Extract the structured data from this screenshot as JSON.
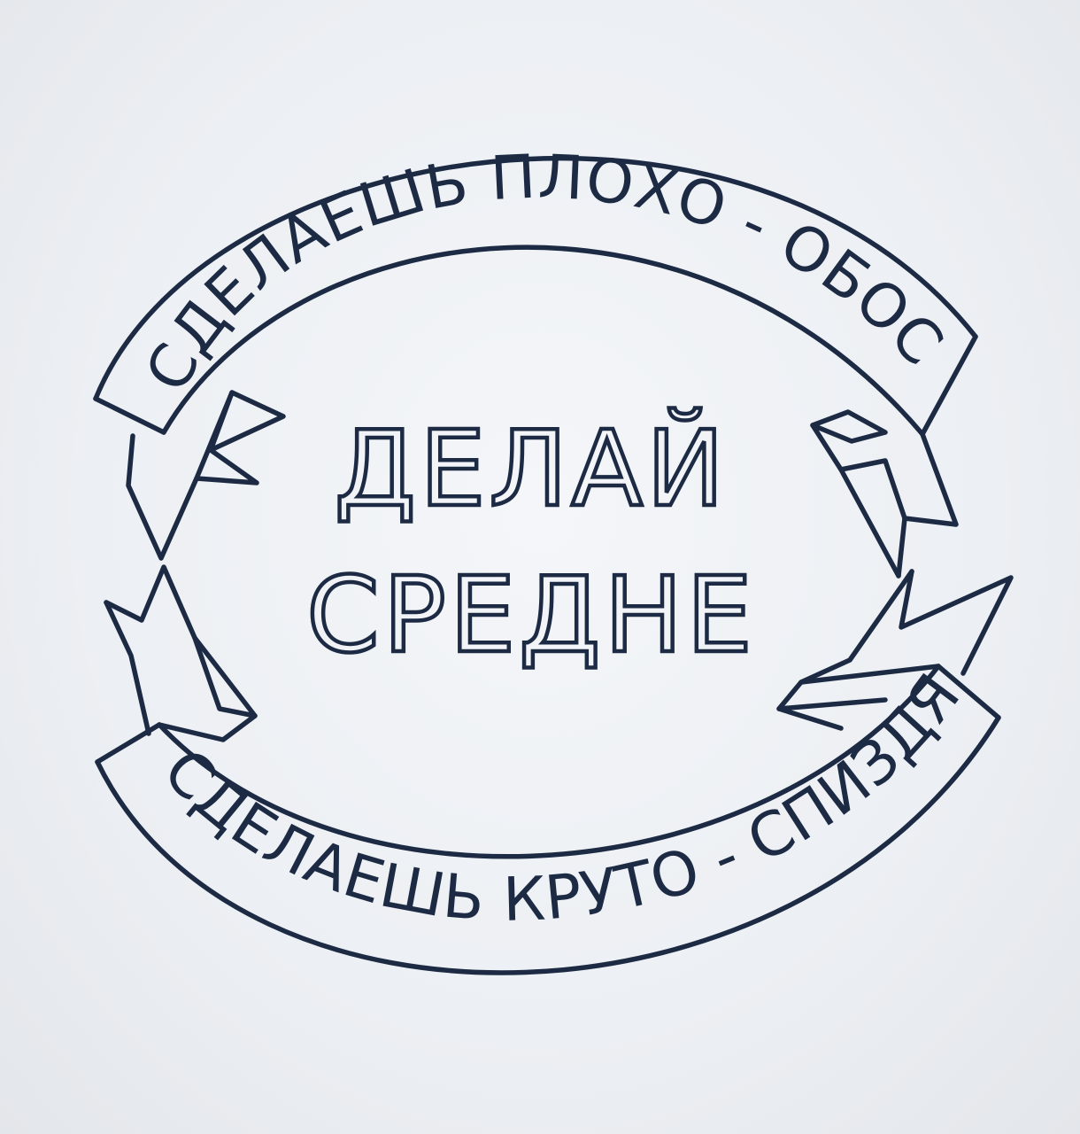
{
  "drawing": {
    "ink_color": "#1c2a44",
    "paper_color": "#eceff3",
    "top_ribbon_text": "СДЕЛАЕШЬ ПЛОХО - ОБОСРУТ",
    "center_line_1": "ДЕЛАЙ",
    "center_line_2": "СРЕДНЕ",
    "bottom_ribbon_text": "СДЕЛАЕШЬ КРУТО - СПИЗДЯТ"
  }
}
